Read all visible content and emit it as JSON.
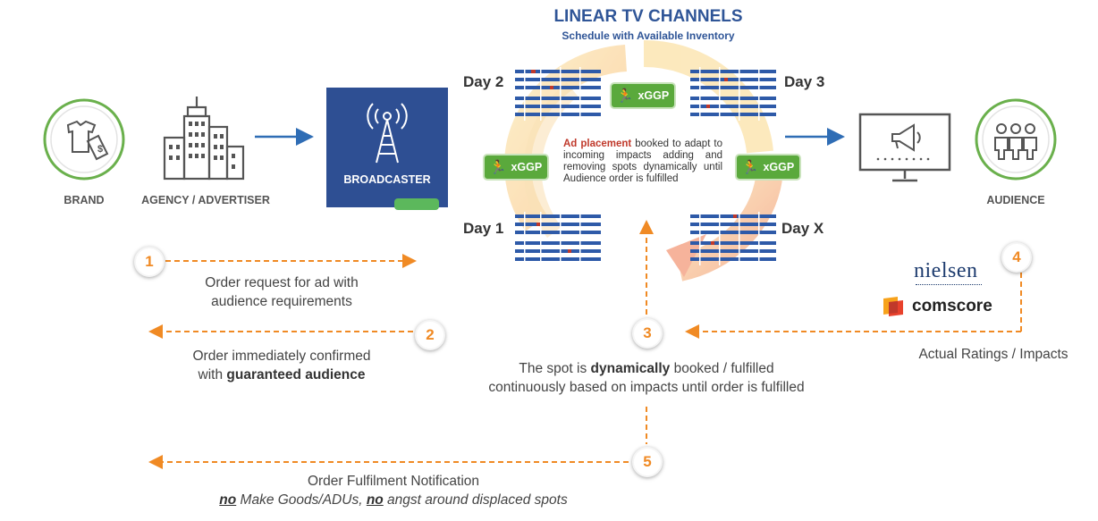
{
  "header": {
    "title": "LINEAR TV CHANNELS",
    "subtitle": "Schedule with Available Inventory"
  },
  "entities": {
    "brand": "BRAND",
    "agency": "AGENCY / ADVERTISER",
    "broadcaster": "BROADCASTER",
    "audience": "AUDIENCE"
  },
  "days": {
    "day1": "Day 1",
    "day2": "Day 2",
    "day3": "Day 3",
    "dayx": "Day X"
  },
  "badge_label": "xGGP",
  "placement_note": {
    "highlight": "Ad placement",
    "rest": " booked to adapt to incoming impacts adding and removing spots dynamically until Audience order is fulfilled"
  },
  "providers": {
    "nielsen": "nielsen",
    "comscore": "comscore"
  },
  "steps": [
    {
      "number": "1",
      "line1": "Order request for ad with",
      "line2": "audience requirements"
    },
    {
      "number": "2",
      "line1": "Order immediately confirmed",
      "line2_pre": "with ",
      "line2_bold": "guaranteed audience"
    },
    {
      "number": "3",
      "line1_pre": "The spot is ",
      "line1_bold": "dynamically",
      "line1_post": " booked / fulfilled",
      "line2": "continuously based on impacts until order is fulfilled"
    },
    {
      "number": "4",
      "line1": "Actual Ratings / Impacts"
    },
    {
      "number": "5",
      "line1": "Order Fulfilment Notification",
      "line2_no1": "no",
      "line2_mid": " Make Goods/ADUs, ",
      "line2_no2": "no",
      "line2_post": " angst around displaced spots"
    }
  ],
  "colors": {
    "accent_orange": "#f08a24",
    "brand_blue": "#2f5597",
    "broadcaster_blue": "#2e4f93",
    "badge_green": "#5aa93c",
    "icon_green": "#6ab04c"
  }
}
